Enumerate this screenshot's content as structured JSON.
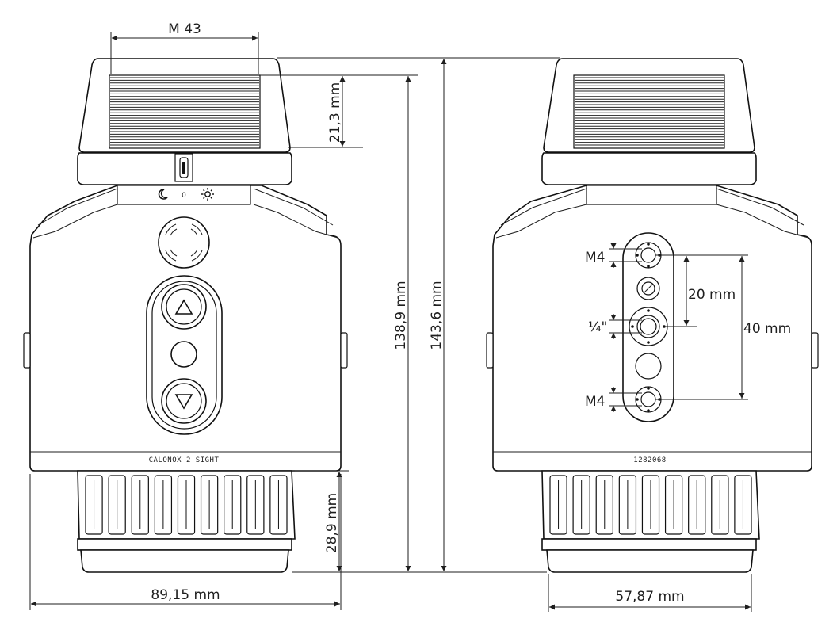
{
  "dimensions": {
    "thread": "M 43",
    "eyepiece_height": "21,3 mm",
    "height_without_cap": "138,9 mm",
    "total_height": "143,6 mm",
    "grip_height": "28,9 mm",
    "width_front": "89,15 mm",
    "width_side": "57,87 mm",
    "mount_m4_top": "M4",
    "mount_quarter": "¼\"",
    "mount_m4_bottom": "M4",
    "spacing_20": "20 mm",
    "spacing_40": "40 mm"
  },
  "labels": {
    "model_name": "CALONOX 2 SIGHT",
    "serial_number": "1282068"
  },
  "icons": {
    "moon": "moon-icon",
    "zero": "0",
    "sun": "sun-icon"
  }
}
